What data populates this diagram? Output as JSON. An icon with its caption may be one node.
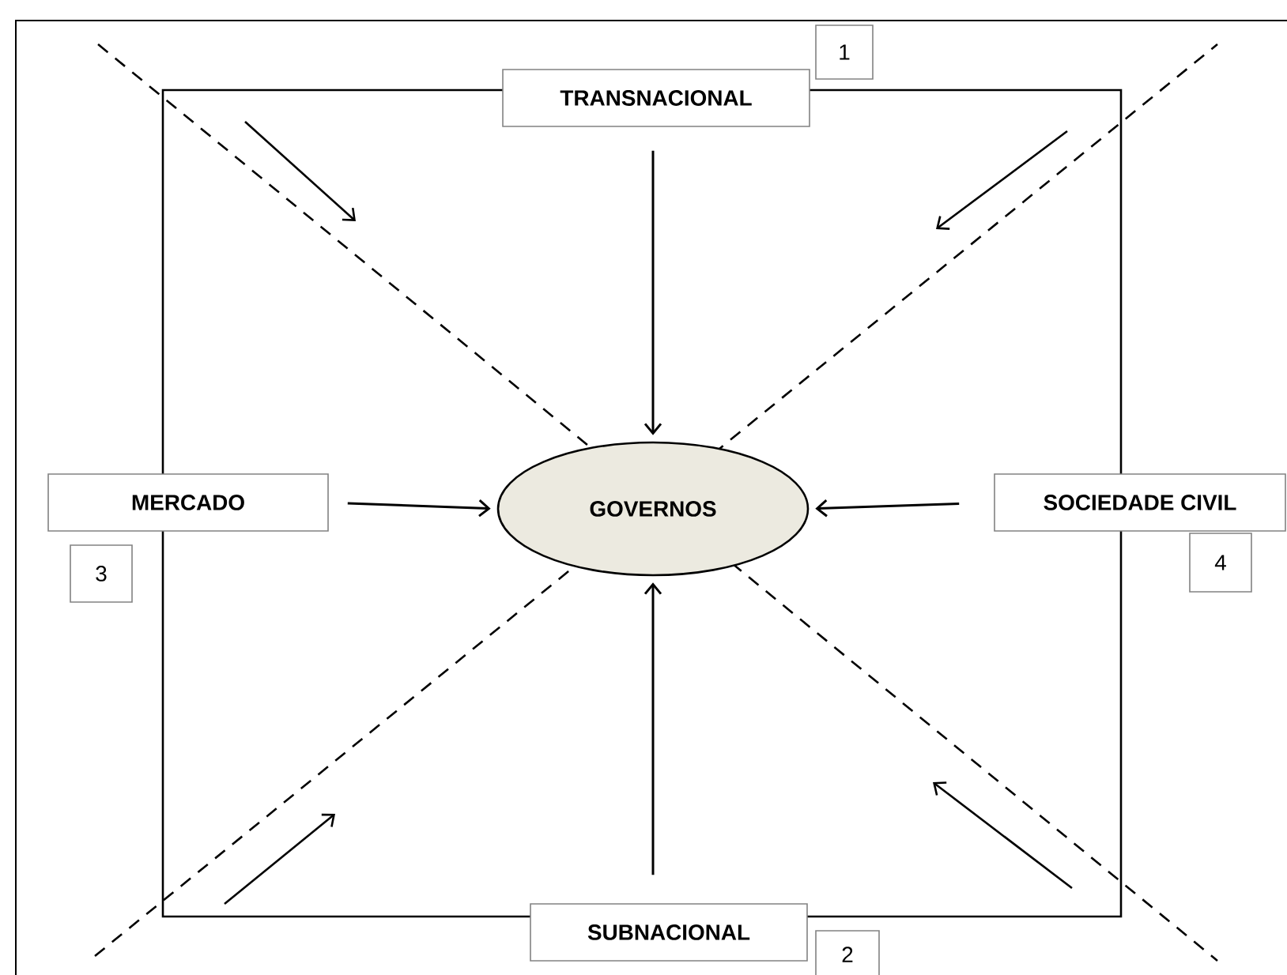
{
  "diagram": {
    "nodes": [
      {
        "text": [
          "TRANSNACIONAL"
        ]
      },
      {
        "text": [
          "1"
        ]
      },
      {
        "text": [
          "MERCADO"
        ]
      },
      {
        "text": [
          "GOVERNOS"
        ]
      },
      {
        "text": [
          "SOCIEDADE CIVIL"
        ]
      },
      {
        "text": [
          "3"
        ]
      },
      {
        "text": [
          "4"
        ]
      },
      {
        "text": [
          "SUBNACIONAL"
        ]
      },
      {
        "text": [
          "2"
        ]
      }
    ],
    "edges": [
      {
        "from": 0,
        "to": 3,
        "arrow": "to"
      },
      {
        "from": 2,
        "to": 3,
        "arrow": "to"
      },
      {
        "from": 4,
        "to": 3,
        "arrow": "to"
      },
      {
        "from": 7,
        "to": 3,
        "arrow": "to"
      }
    ]
  }
}
